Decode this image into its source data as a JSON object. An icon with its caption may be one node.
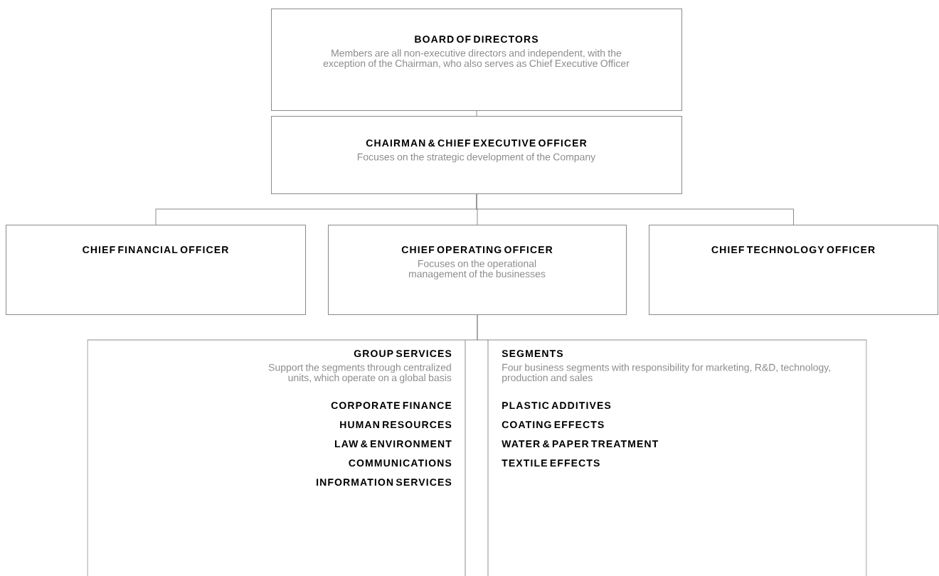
{
  "diagram": {
    "nodes": [
      {
        "text": [
          "BOARD OF DIRECTORS",
          "Members are all non-executive directors and independent, with the exception of the Chairman, who also serves as Chief Executive Officer"
        ]
      },
      {
        "text": [
          "CHAIRMAN & CHIEF EXECUTIVE OFFICER",
          "Focuses on the strategic development of the Company"
        ]
      },
      {
        "text": [
          "CHIEF FINANCIAL OFFICER"
        ]
      },
      {
        "text": [
          "CHIEF OPERATING OFFICER",
          "Focuses on the operational management of the businesses"
        ]
      },
      {
        "text": [
          "CHIEF TECHNOLOGY OFFICER"
        ]
      },
      {
        "text": [
          "GROUP SERVICES",
          "Support the segments through centralized units, which operate on a global basis",
          "CORPORATE FINANCE",
          "HUMAN RESOURCES",
          "LAW & ENVIRONMENT",
          "COMMUNICATIONS",
          "INFORMATION SERVICES"
        ]
      },
      {
        "text": [
          "SEGMENTS",
          "Four business segments with responsibility for marketing, R&D, technology, production and sales",
          "PLASTIC ADDITIVES",
          "COATING EFFECTS",
          "WATER & PAPER TREATMENT",
          "TEXTILE EFFECTS"
        ]
      }
    ],
    "edges": [
      {
        "from": 0,
        "to": 1,
        "arrow": "none"
      },
      {
        "from": 1,
        "to": 2,
        "arrow": "none"
      },
      {
        "from": 1,
        "to": 3,
        "arrow": "none"
      },
      {
        "from": 1,
        "to": 4,
        "arrow": "none"
      },
      {
        "from": 3,
        "to": 5,
        "arrow": "none"
      },
      {
        "from": 3,
        "to": 6,
        "arrow": "none"
      }
    ]
  }
}
